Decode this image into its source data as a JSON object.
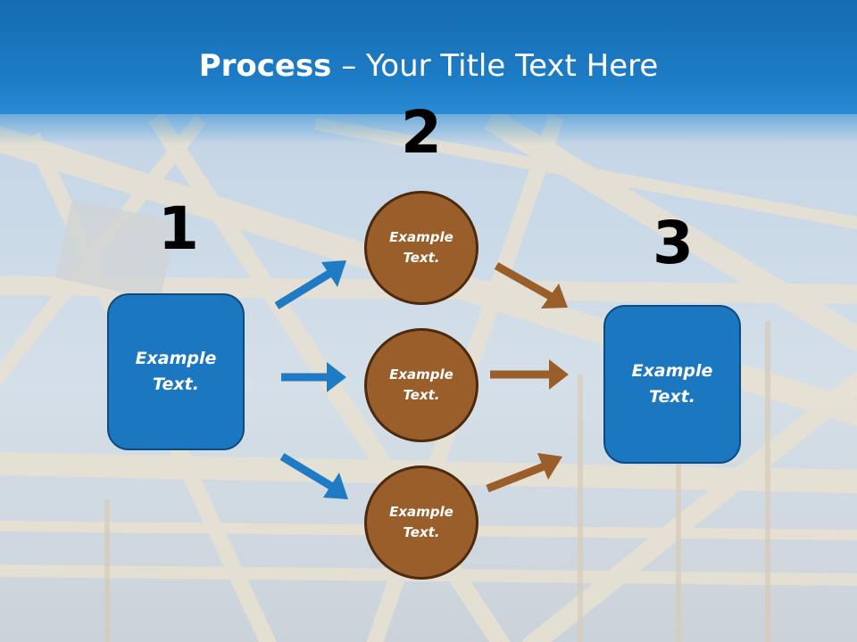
{
  "title": {
    "bold": "Process",
    "rest": " – Your Title Text Here"
  },
  "steps": {
    "one": "1",
    "two": "2",
    "three": "3"
  },
  "left_box": {
    "text": "Example\nText."
  },
  "right_box": {
    "text": "Example\nText."
  },
  "circles": [
    {
      "text": "Example\nText."
    },
    {
      "text": "Example\nText."
    },
    {
      "text": "Example\nText."
    }
  ],
  "colors": {
    "header": "#1d7cc6",
    "box": "#1b77bf",
    "circle": "#9a5e2a",
    "blue_arrow": "#1f7bc4",
    "brown_arrow": "#9a5e2a"
  }
}
